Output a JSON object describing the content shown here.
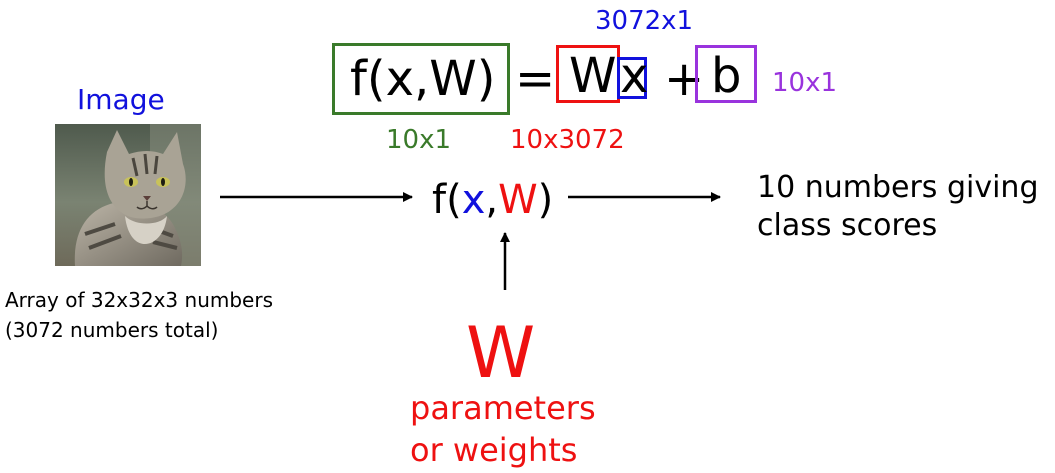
{
  "colors": {
    "green": "#3a7a2a",
    "red": "#ee1111",
    "blue": "#1111dd",
    "purple": "#9933dd",
    "black": "#000000"
  },
  "equation": {
    "lhs": "f(x,W)",
    "equals": "=",
    "W": "W",
    "x": "x",
    "plus": "+",
    "b": "b",
    "dim_fxW": "10x1",
    "dim_W": "10x3072",
    "dim_x": "3072x1",
    "dim_b": "10x1"
  },
  "image_block": {
    "title": "Image",
    "image_icon": "cat-photo",
    "caption_line1": "Array of 32x32x3 numbers",
    "caption_line2": "(3072 numbers total)"
  },
  "function": {
    "f_open": "f(",
    "x": "x",
    "comma": ",",
    "W": "W",
    "close": ")"
  },
  "output": {
    "line1": "10 numbers giving",
    "line2": "class scores"
  },
  "weights": {
    "symbol": "W",
    "line1": "parameters",
    "line2": "or weights"
  }
}
